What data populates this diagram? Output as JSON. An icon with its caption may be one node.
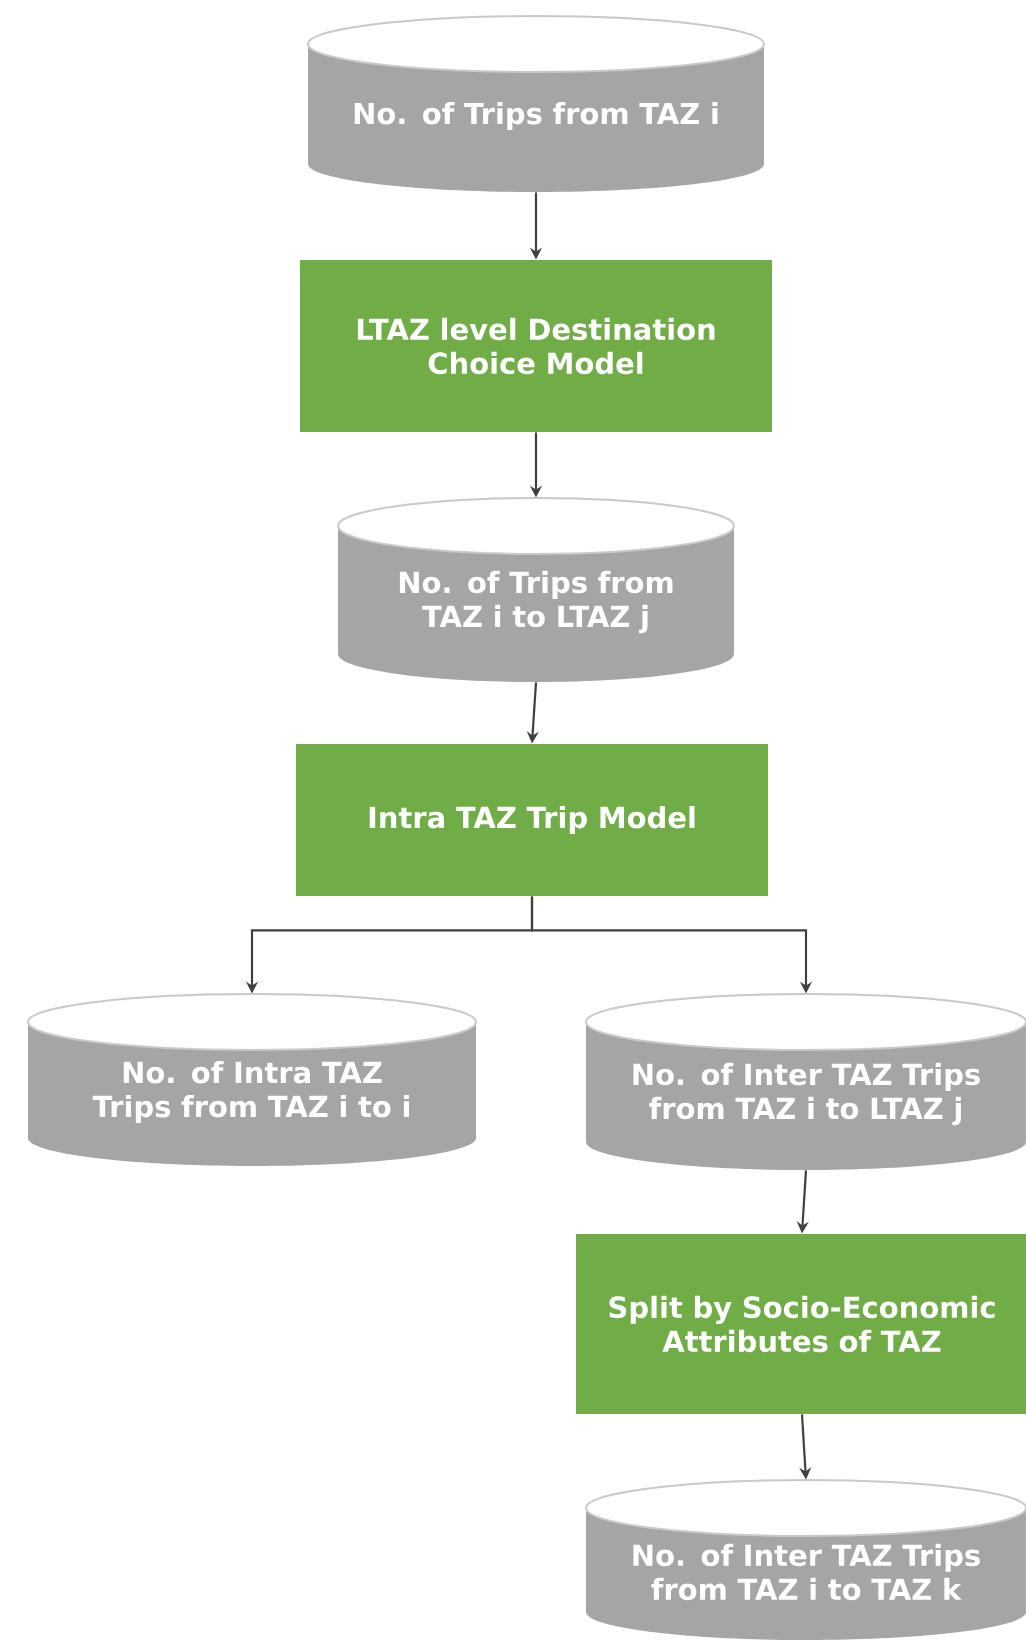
{
  "diagram": {
    "nodes": [
      {
        "text": [
          "No. of Trips from TAZ i"
        ]
      },
      {
        "text": [
          "LTAZ level Destination Choice Model"
        ]
      },
      {
        "text": [
          "No. of Trips from TAZ i to LTAZ j"
        ]
      },
      {
        "text": [
          "Intra TAZ Trip Model"
        ]
      },
      {
        "text": [
          "No. of Intra TAZ Trips from TAZ i to i"
        ]
      },
      {
        "text": [
          "No. of Inter TAZ Trips from TAZ i to LTAZ j"
        ]
      },
      {
        "text": [
          "Split by Socio-Economic Attributes of TAZ"
        ]
      },
      {
        "text": [
          "No. of Inter TAZ Trips from TAZ i to TAZ k"
        ]
      }
    ],
    "edges": [
      {
        "from": 0,
        "to": 1,
        "arrow": "to"
      },
      {
        "from": 1,
        "to": 2,
        "arrow": "to"
      },
      {
        "from": 2,
        "to": 3,
        "arrow": "to"
      },
      {
        "from": 3,
        "to": 4,
        "arrow": "to"
      },
      {
        "from": 3,
        "to": 5,
        "arrow": "to"
      },
      {
        "from": 5,
        "to": 6,
        "arrow": "to"
      },
      {
        "from": 6,
        "to": 7,
        "arrow": "to"
      }
    ]
  }
}
